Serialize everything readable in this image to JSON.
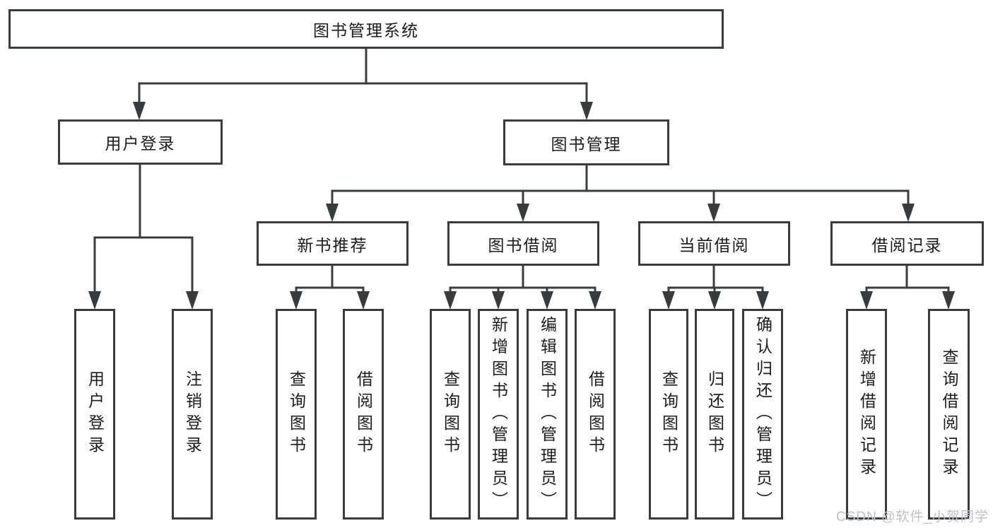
{
  "diagram": {
    "nodes": {
      "root": "图书管理系统",
      "user_login": "用户登录",
      "book_mgmt": "图书管理",
      "new_book_rec": "新书推荐",
      "book_borrow": "图书借阅",
      "current_borrow": "当前借阅",
      "borrow_records": "借阅记录",
      "leaf_user_login": "用户登录",
      "leaf_logout": "注销登录",
      "leaf_query_books_rec": "查询图书",
      "leaf_borrow_books_rec": "借阅图书",
      "leaf_query_books_borrow": "查询图书",
      "leaf_add_books": "新增图书（管理员）",
      "leaf_edit_books": "编辑图书（管理员）",
      "leaf_borrow_books": "借阅图书",
      "leaf_query_books_current": "查询图书",
      "leaf_return_books": "归还图书",
      "leaf_confirm_return": "确认归还（管理员）",
      "leaf_add_borrow_record": "新增借阅记录",
      "leaf_query_borrow_record": "查询借阅记录"
    },
    "watermark": "CSDN @软件_小贺同学",
    "colors": {
      "line": "#393c3f",
      "text": "#1c1c1c",
      "watermark": "#bdc1c7",
      "background": "#ffffff"
    }
  }
}
